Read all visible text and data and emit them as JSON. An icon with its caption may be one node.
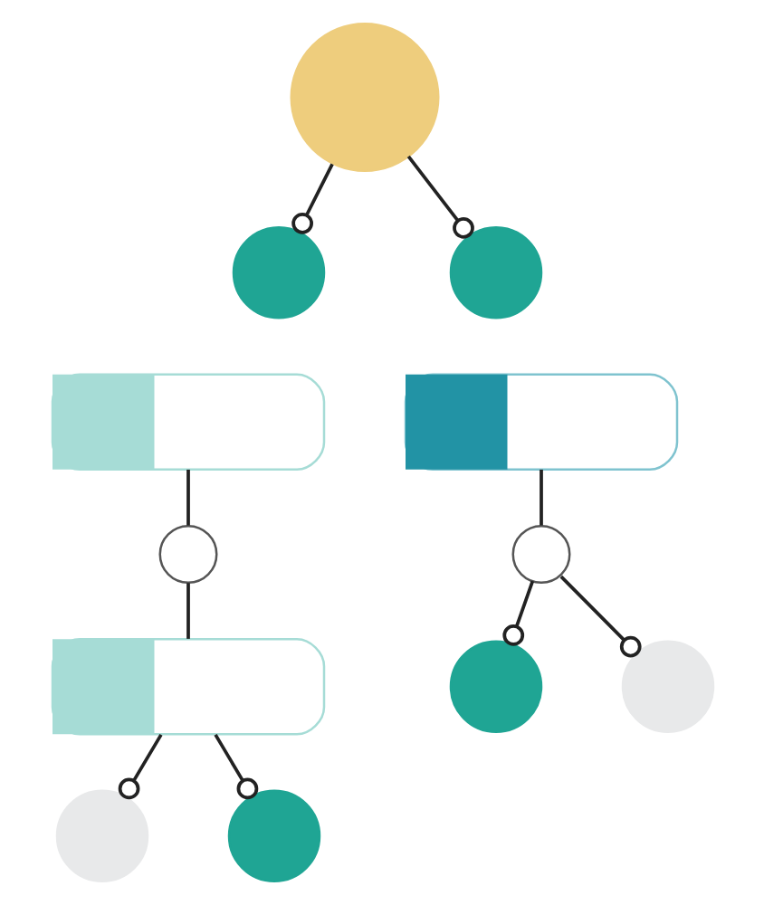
{
  "diagram": {
    "nodes": [
      {
        "text": [],
        "shape": "person"
      },
      {
        "text": [],
        "shape": "circle"
      },
      {
        "text": [],
        "shape": "circle"
      },
      {
        "text": [],
        "shape": "box"
      },
      {
        "text": [],
        "shape": "box"
      },
      {
        "text": [],
        "shape": "circle"
      },
      {
        "text": [],
        "shape": "circle"
      },
      {
        "text": [],
        "shape": "box"
      },
      {
        "text": [],
        "shape": "circle"
      },
      {
        "text": [],
        "shape": "circle"
      },
      {
        "text": [],
        "shape": "circle"
      },
      {
        "text": [],
        "shape": "circle"
      }
    ],
    "edges": [
      {
        "from": 0,
        "to": 1,
        "arrow": "other"
      },
      {
        "from": 0,
        "to": 2,
        "arrow": "other"
      },
      {
        "from": 3,
        "to": 5,
        "arrow": "none"
      },
      {
        "from": 4,
        "to": 6,
        "arrow": "none"
      },
      {
        "from": 5,
        "to": 7,
        "arrow": "none"
      },
      {
        "from": 6,
        "to": 10,
        "arrow": "other"
      },
      {
        "from": 6,
        "to": 11,
        "arrow": "other"
      },
      {
        "from": 7,
        "to": 8,
        "arrow": "other"
      },
      {
        "from": 7,
        "to": 9,
        "arrow": "other"
      }
    ]
  }
}
